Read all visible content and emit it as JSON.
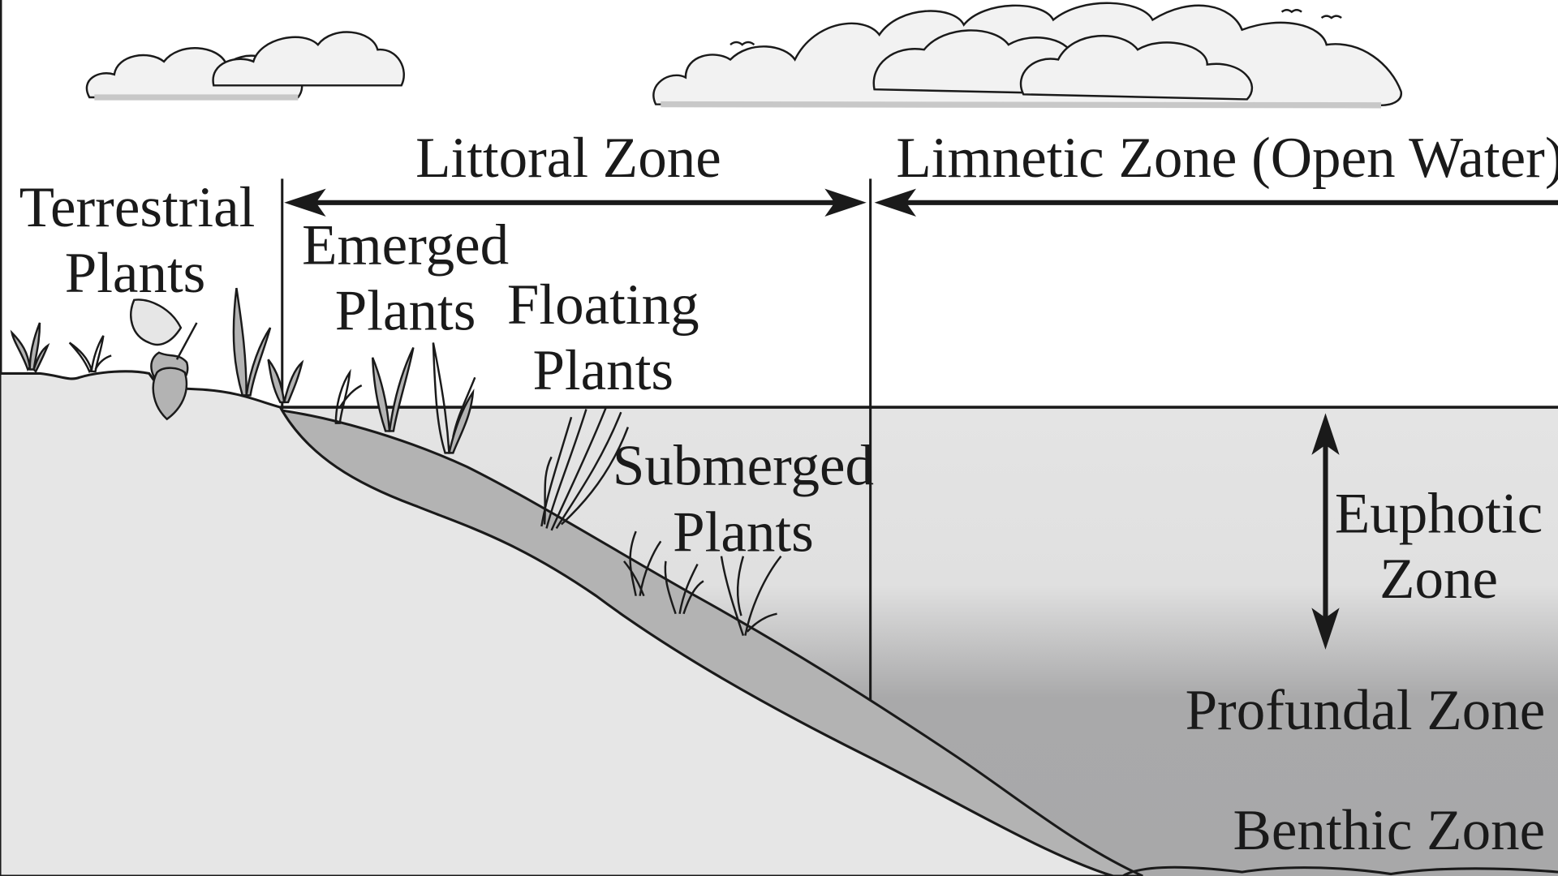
{
  "labels": {
    "littoral_zone": "Littoral Zone",
    "limnetic_zone": "Limnetic Zone (Open Water)",
    "terrestrial_plants_line1": "Terrestrial",
    "terrestrial_plants_line2": "Plants",
    "emerged_plants_line1": "Emerged",
    "emerged_plants_line2": "Plants",
    "floating_plants_line1": "Floating",
    "floating_plants_line2": "Plants",
    "submerged_plants_line1": "Submerged",
    "submerged_plants_line2": "Plants",
    "euphotic_zone_line1": "Euphotic",
    "euphotic_zone_line2": "Zone",
    "profundal_zone": "Profundal Zone",
    "benthic_zone": "Benthic Zone"
  },
  "colors": {
    "sky": "#ffffff",
    "land": "#e6e6e6",
    "water_light": "#e4e4e4",
    "water_deep": "#a9a9aa",
    "sediment": "#b3b3b3",
    "line": "#1a1a1a",
    "cloud_fill": "#f2f2f2",
    "cloud_shadow": "#c8c8c8"
  }
}
